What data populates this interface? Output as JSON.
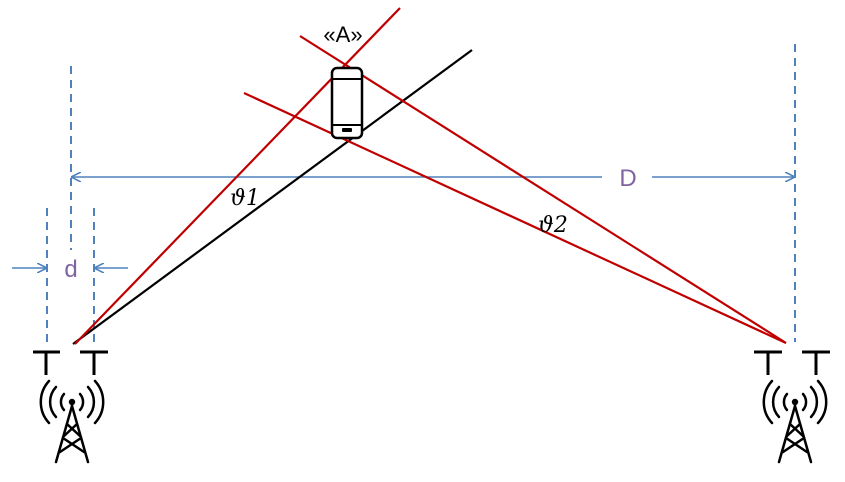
{
  "labels": {
    "device": "«A»",
    "distance_big": "D",
    "distance_small": "d",
    "angle_left": "ϑ1",
    "angle_right": "ϑ2"
  },
  "colors": {
    "red_line": "#c00000",
    "black_line": "#000000",
    "dash_blue": "#4f81bd",
    "label_purple": "#8064a2",
    "text_black": "#000000"
  },
  "icons": {
    "antenna_element": "antenna-t-icon",
    "tower": "radio-tower-icon",
    "device": "smartphone-icon"
  }
}
